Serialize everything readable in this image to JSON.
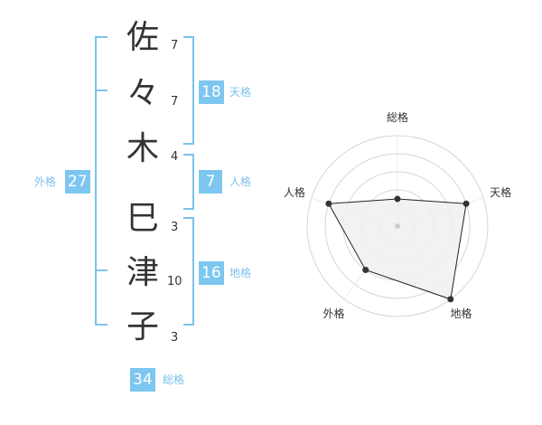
{
  "name": {
    "characters": [
      {
        "char": "佐",
        "strokes": "7"
      },
      {
        "char": "々",
        "strokes": "7"
      },
      {
        "char": "木",
        "strokes": "4"
      },
      {
        "char": "巳",
        "strokes": "3"
      },
      {
        "char": "津",
        "strokes": "10"
      },
      {
        "char": "子",
        "strokes": "3"
      }
    ]
  },
  "kakusu": {
    "tenkaku": {
      "value": "18",
      "label": "天格"
    },
    "jinkaku": {
      "value": "7",
      "label": "人格"
    },
    "chikaku": {
      "value": "16",
      "label": "地格"
    },
    "gaikaku": {
      "value": "27",
      "label": "外格"
    },
    "soukaku": {
      "value": "34",
      "label": "総格"
    }
  },
  "radar": {
    "axis_labels": [
      "総格",
      "天格",
      "地格",
      "外格",
      "人格"
    ],
    "levels": 5,
    "values": [
      0.3,
      0.8,
      1.0,
      0.6,
      0.8
    ],
    "colors": {
      "fill": "#f0f0f0",
      "stroke": "#222222",
      "grid": "#d6d6d6",
      "accent": "#7cc2ec"
    }
  }
}
